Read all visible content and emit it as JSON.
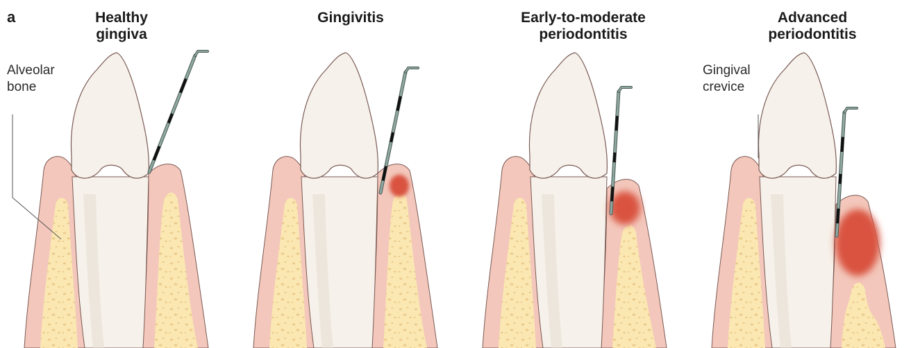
{
  "figure": {
    "panel_letter": "a",
    "stages": [
      {
        "title": "Healthy\ngingiva"
      },
      {
        "title": "Gingivitis"
      },
      {
        "title": "Early-to-moderate\nperiodontitis"
      },
      {
        "title": "Advanced\nperiodontitis"
      }
    ],
    "labels": {
      "alveolar_bone": "Alveolar\nbone",
      "gingival_crevice": "Gingival\ncrevice"
    }
  },
  "colors": {
    "gum": "#f3c7bb",
    "gum_edge": "#7a5a55",
    "bone": "#fbe7b2",
    "bone_dots": "#eacb8c",
    "tooth": "#f6f1ea",
    "tooth_shade": "#e8dfd4",
    "inflammation": "#d9523f",
    "probe": "#8fa9a1",
    "probe_mark": "#111111"
  }
}
